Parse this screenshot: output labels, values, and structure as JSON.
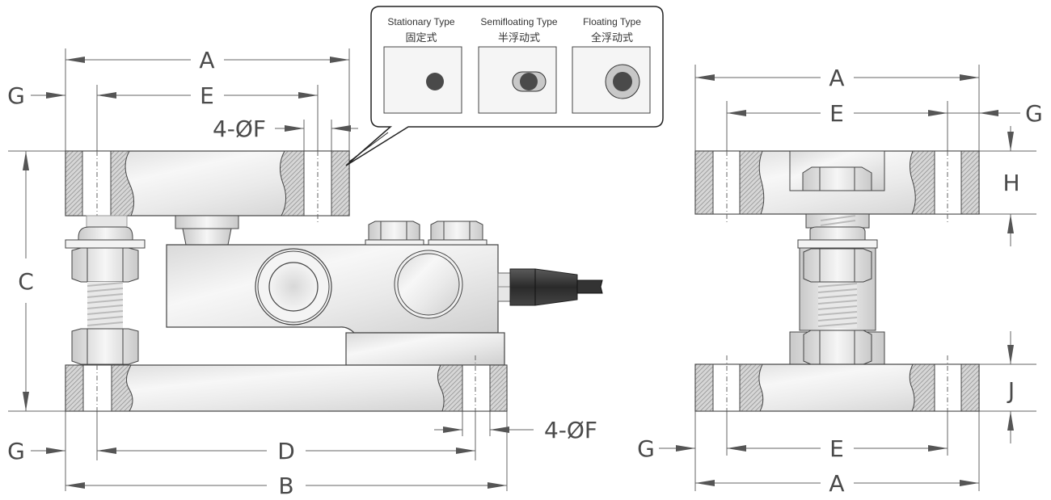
{
  "diagram": {
    "subject": "Shear beam load cell mounting assembly dimensional drawing",
    "views": [
      "front-view",
      "side-view"
    ],
    "callout": {
      "types": [
        {
          "label_en": "Stationary Type",
          "label_cn": "固定式",
          "hole": "round"
        },
        {
          "label_en": "Semifloating Type",
          "label_cn": "半浮动式",
          "hole": "slot"
        },
        {
          "label_en": "Floating Type",
          "label_cn": "全浮动式",
          "hole": "oversize-round"
        }
      ]
    },
    "front_view": {
      "dims": {
        "A": "A",
        "E": "E",
        "G_top": "G",
        "F_top": "4-ØF",
        "C": "C",
        "G_bottom": "G",
        "D": "D",
        "B": "B",
        "F_bottom": "4-ØF"
      }
    },
    "side_view": {
      "dims": {
        "A_top": "A",
        "E_top": "E",
        "G_top": "G",
        "H": "H",
        "J": "J",
        "G_bottom": "G",
        "E_bottom": "E",
        "A_bottom": "A"
      }
    },
    "colors": {
      "line": "#444444",
      "dim_line": "#555555",
      "hatch": "#9a9a9a",
      "metal_light": "#f4f4f4",
      "metal_dark": "#cfcfcf",
      "cable": "#2e2e2e",
      "pin_dark": "#4a4a4a",
      "pin_ring": "#c8c8c8"
    }
  }
}
